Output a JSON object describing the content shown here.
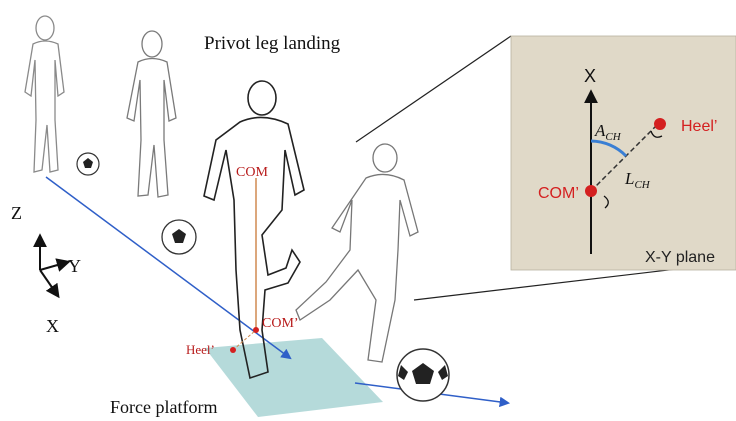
{
  "title": "Privot leg landing",
  "axes": {
    "z": "Z",
    "y": "Y",
    "x": "X"
  },
  "labels": {
    "com": "COM",
    "com_prime": "COM’",
    "heel_prime": "Heel’",
    "force_platform": "Force platform"
  },
  "inset": {
    "axis_label": "X",
    "com_label": "COM’",
    "heel_label": "Heel’",
    "angle_symbol": "A",
    "angle_subscript": "CH",
    "length_symbol": "L",
    "length_subscript": "CH",
    "plane_label": "X-Y plane"
  },
  "colors": {
    "red": "#d42020",
    "blue_arrow": "#2f5fc8",
    "angle_arc": "#3a7fd4",
    "com_line": "#d08a50",
    "platform": "#a8d3d3",
    "inset_bg": "#e0d9c8"
  }
}
